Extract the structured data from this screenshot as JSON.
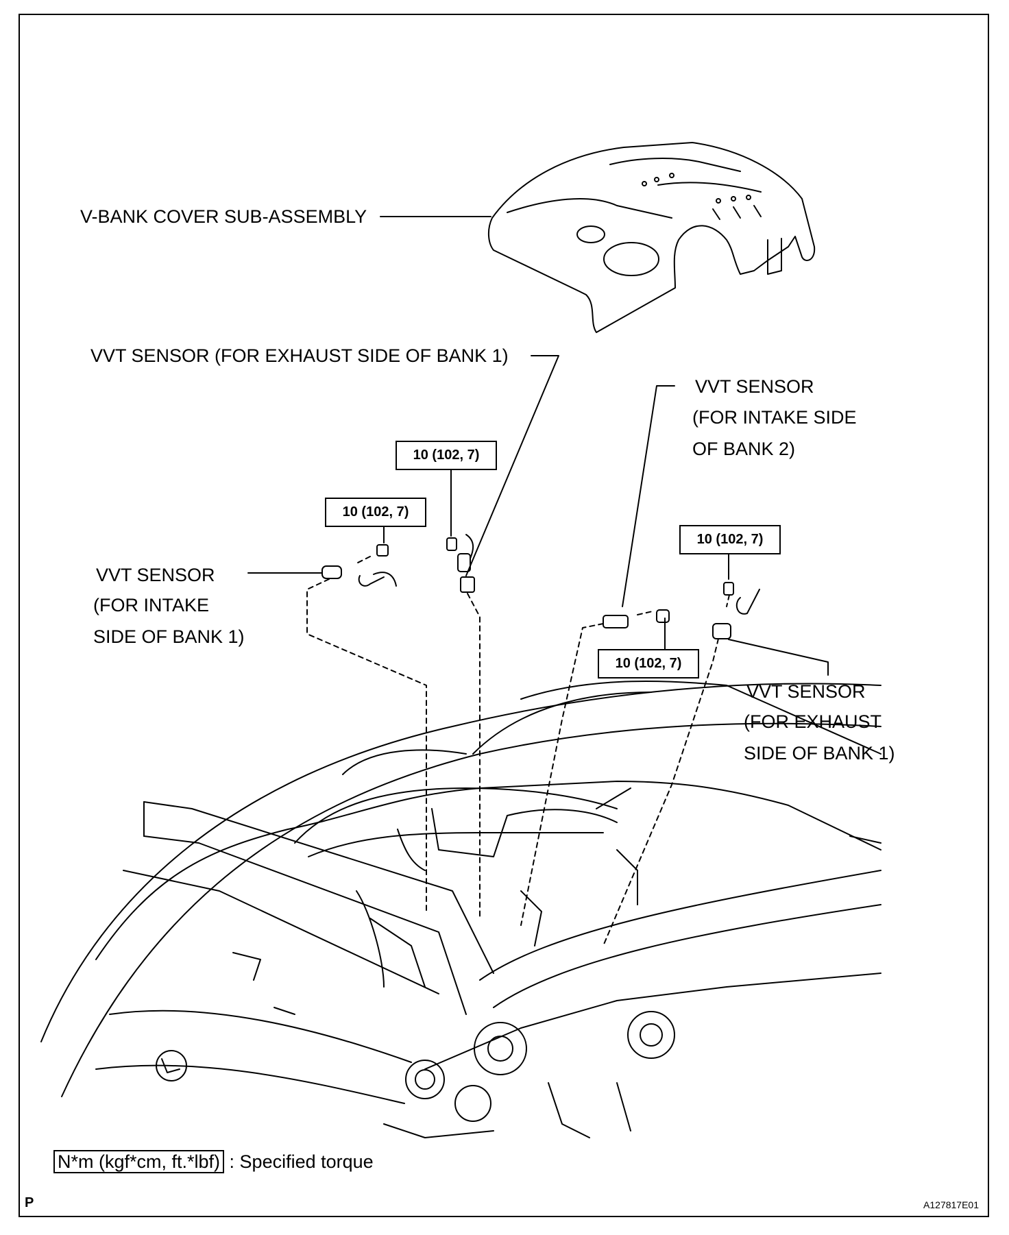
{
  "labels": {
    "vbank_cover": "V-BANK COVER SUB-ASSEMBLY",
    "vvt_exhaust_b1_top": "VVT SENSOR  (FOR EXHAUST SIDE OF BANK 1)",
    "vvt_intake_b2": [
      "VVT SENSOR",
      "(FOR INTAKE SIDE",
      "OF BANK 2)"
    ],
    "vvt_intake_b1": [
      "VVT SENSOR",
      "(FOR INTAKE",
      "SIDE OF BANK 1)"
    ],
    "vvt_exhaust_b1_right": [
      "VVT SENSOR",
      "(FOR EXHAUST",
      "SIDE OF BANK 1)"
    ]
  },
  "torque_specs": [
    "10 (102, 7)",
    "10 (102, 7)",
    "10 (102, 7)",
    "10 (102, 7)"
  ],
  "legend": {
    "unit_box": "N*m (kgf*cm, ft.*lbf)",
    "description": ": Specified torque"
  },
  "corner_letter": "P",
  "figure_code": "A127817E01"
}
